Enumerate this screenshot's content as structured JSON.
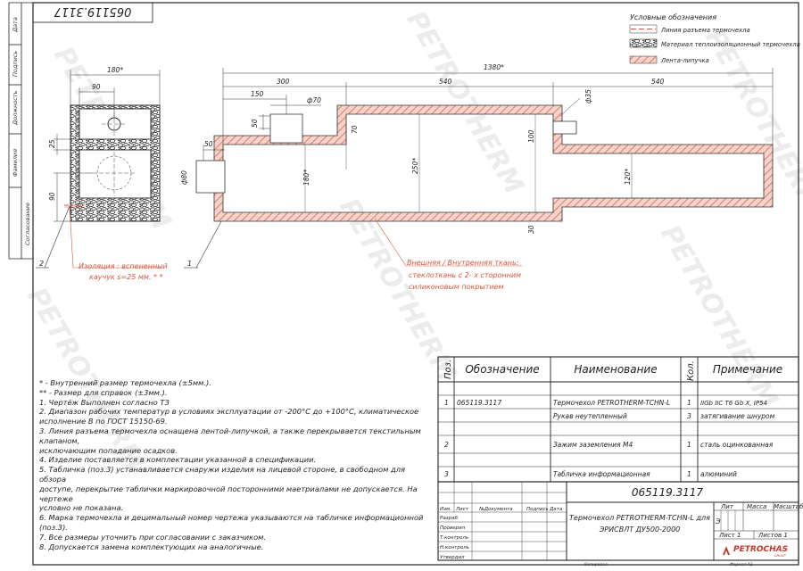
{
  "drawing_number": "065119.3117",
  "drawing_number_mirrored": "065119.3117",
  "legend": {
    "title": "Условные обозначения",
    "items": [
      {
        "label": "Линия разъема термочехла"
      },
      {
        "label": "Материал теплоизоляционный термочехла"
      },
      {
        "label": "Лента-липучка"
      }
    ]
  },
  "side_labels": [
    "Дата",
    "Подпись",
    "Должность",
    "Фамилия",
    "Согласование"
  ],
  "dimensions": {
    "width_180": "180*",
    "d_90_top": "90",
    "d_25": "25",
    "d_90_left": "90",
    "total_1380": "1380*",
    "d_300": "300",
    "d_540_a": "540",
    "d_540_b": "540",
    "d_150": "150",
    "d_phi70": "ф70",
    "d_phi35": "ф35",
    "d_50_a": "50",
    "d_50_b": "50",
    "d_70": "70",
    "d_100": "100",
    "d_phi80": "ф80",
    "d_180": "180*",
    "d_250": "250*",
    "d_120": "120*",
    "d_30": "30"
  },
  "callouts": {
    "pos1": "1",
    "pos2": "2",
    "insulation_line1": "Изоляция : вспененный",
    "insulation_line2": "каучук  s=25 мм. * *",
    "fabric_line1": "Внешняя / Внутренняя ткань:",
    "fabric_line2": "стеклоткань с  2- х сторонним",
    "fabric_line3": "силиконовым покрытием"
  },
  "notes": [
    "* - Внутренний размер термочехла (±5мм.).",
    "** - Размер для справок (±3мм.).",
    "1. Чертёж Выполнен согласно ТЗ",
    "2. Диапазон рабочих температур в условиях эксплуатации от -200°С до +100°С, климатическое\nисполнение В по ГОСТ 15150-69.",
    "3. Линия разъема термочехла оснащена лентой-липучкой, а также перекрывается текстильным клапаном,\nисключающим попадание осадков.",
    "4. Изделие поставляется в комплектации указанной в спецификации.",
    "5. Табличка (поз.3) устанавливается снаружи изделия на лицевой стороне, в свободном для обзора\nдоступе, перекрытие таблички маркировочной посторонними маетриалами не допускается. На чертеже\nусловно не показана.",
    "6. Марка термочехла и децимальный номер чертежа указываются на табличке информационной (поз.3).",
    "7. Все размеры уточнить при согласовании с заказчиком.",
    "8. Допускается замена комплектующих на аналогичные."
  ],
  "spec_table": {
    "headers": [
      "Поз.",
      "Обозначение",
      "Наименование",
      "Кол.",
      "Примечание"
    ],
    "rows": [
      {
        "pos": "1",
        "designation": "065119.3117",
        "name": "Термочехол PETROTHERM-TCHN-L",
        "qty": "1",
        "note": "IIGb IIC T6 Gb X, IP54"
      },
      {
        "pos": "",
        "designation": "",
        "name": "Рукав неутепленный",
        "qty": "3",
        "note": "затягивание шнуром"
      },
      {
        "pos": "2",
        "designation": "",
        "name": "Зажим заземления М4",
        "qty": "1",
        "note": "сталь оцинкованная"
      },
      {
        "pos": "3",
        "designation": "",
        "name": "Табличка информационная",
        "qty": "1",
        "note": "алюминий"
      }
    ]
  },
  "title_block": {
    "drawing_number": "065119.3117",
    "product_name_line1": "Термочехол PETROTHERM-TCHN-L для",
    "product_name_line2": "ЭРИСВЛТ ДУ500-2000",
    "col_headers": [
      "Изм.",
      "Лист",
      "№Документа",
      "Подпись",
      "Дата"
    ],
    "row_labels": [
      "Разраб.",
      "Проверил",
      "Т.контроль",
      "Н.контроль",
      "Утвердил"
    ],
    "lit_label": "Лит",
    "mass_label": "Масса",
    "scale_label": "Масштаб",
    "lit_value": "Э",
    "sheet_label": "Лист 1",
    "sheets_label": "Листов 1",
    "company": "PETROCHAS",
    "company_sub": "GROUP"
  },
  "footer": {
    "copied": "Копировал",
    "format": "Формат А3"
  },
  "watermark": "PETROTHERM"
}
